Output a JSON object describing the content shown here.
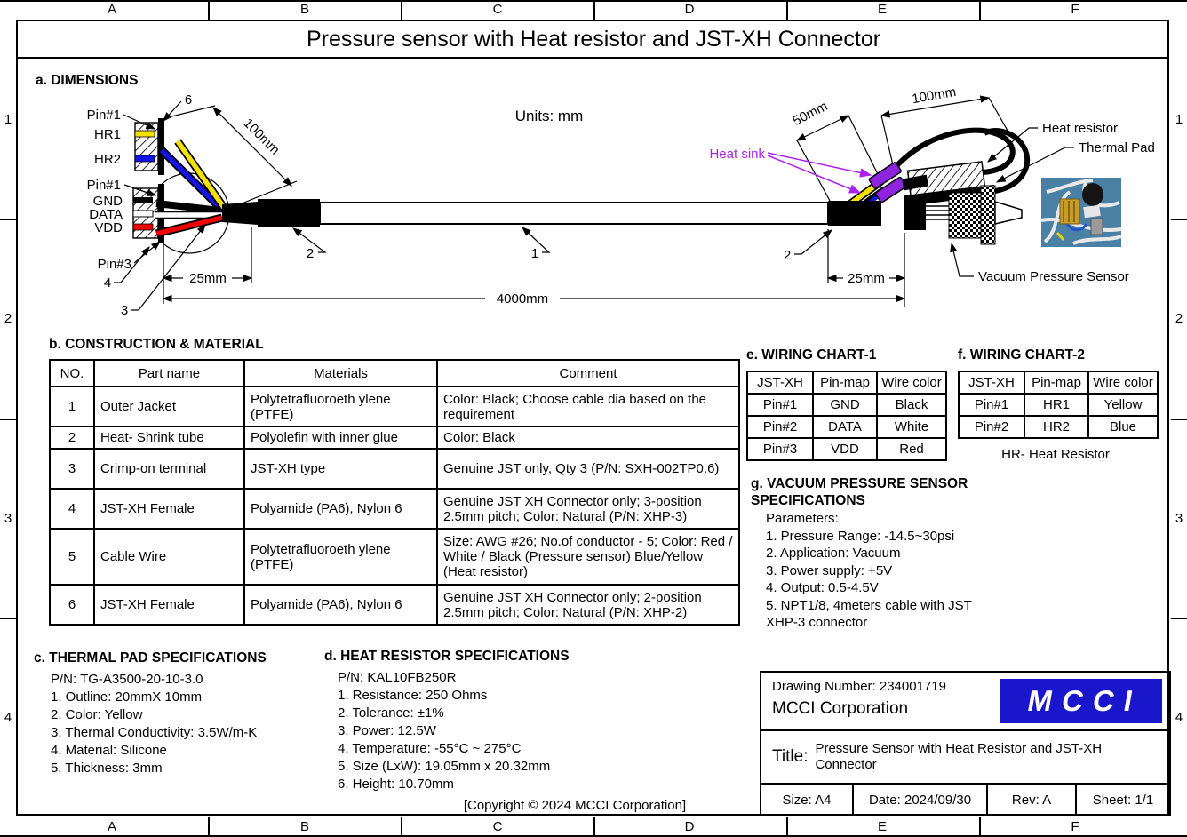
{
  "page": {
    "title": "Pressure sensor with Heat resistor and JST-XH Connector",
    "copyright": "[Copyright © 2024 MCCI Corporation]"
  },
  "border": {
    "columns": [
      "A",
      "B",
      "C",
      "D",
      "E",
      "F"
    ],
    "rows": [
      "1",
      "2",
      "3",
      "4"
    ]
  },
  "drawing": {
    "heading": "a. DIMENSIONS",
    "units": "Units: mm",
    "callouts": {
      "pin1_top": "Pin#1",
      "hr1": "HR1",
      "hr2": "HR2",
      "pin1_bottom": "Pin#1",
      "gnd": "GND",
      "data_pin": "DATA",
      "vdd": "VDD",
      "pin3": "Pin#3",
      "ref6": "6",
      "ref4": "4",
      "ref3": "3",
      "ref2": "2",
      "ref1": "1",
      "heat_sink": "Heat sink",
      "heat_resistor": "Heat resistor",
      "thermal_pad": "Thermal Pad",
      "vacuum_sensor": "Vacuum Pressure Sensor"
    },
    "dims": {
      "d100_left": "100mm",
      "d25_left": "25mm",
      "d4000": "4000mm",
      "d50": "50mm",
      "d100_right": "100mm",
      "d25_right": "25mm"
    }
  },
  "construction": {
    "heading": "b. CONSTRUCTION & MATERIAL",
    "headers": [
      "NO.",
      "Part name",
      "Materials",
      "Comment"
    ],
    "rows": [
      [
        "1",
        "Outer Jacket",
        "Polytetrafluoroeth ylene (PTFE)",
        "Color: Black; Choose cable dia based on the requirement"
      ],
      [
        "2",
        "Heat- Shrink tube",
        "Polyolefin with inner glue",
        "Color: Black"
      ],
      [
        "3",
        "Crimp-on terminal",
        "JST-XH type",
        "Genuine JST only, Qty 3 (P/N: SXH-002TP0.6)"
      ],
      [
        "4",
        "JST-XH Female",
        "Polyamide (PA6), Nylon 6",
        "Genuine JST XH Connector only; 3-position 2.5mm pitch; Color: Natural (P/N: XHP-3)"
      ],
      [
        "5",
        "Cable Wire",
        "Polytetrafluoroeth ylene (PTFE)",
        "Size: AWG #26; No.of conductor - 5; Color: Red / White / Black (Pressure sensor) Blue/Yellow (Heat resistor)"
      ],
      [
        "6",
        "JST-XH Female",
        "Polyamide (PA6), Nylon 6",
        "Genuine JST XH Connector only; 2-position 2.5mm pitch; Color: Natural (P/N: XHP-2)"
      ]
    ]
  },
  "thermal_pad": {
    "heading": "c. THERMAL PAD SPECIFICATIONS",
    "lines": [
      "P/N: TG-A3500-20-10-3.0",
      "1. Outline: 20mmX 10mm",
      "2. Color: Yellow",
      "3. Thermal Conductivity: 3.5W/m-K",
      "4. Material: Silicone",
      "5. Thickness: 3mm"
    ]
  },
  "heat_resistor": {
    "heading": "d. HEAT RESISTOR SPECIFICATIONS",
    "lines": [
      "P/N: KAL10FB250R",
      "1. Resistance: 250 Ohms",
      "2. Tolerance: ±1%",
      "3. Power: 12.5W",
      "4. Temperature: -55°C ~ 275°C",
      "5. Size (LxW): 19.05mm x 20.32mm",
      "6. Height: 10.70mm"
    ]
  },
  "wiring1": {
    "heading": "e. WIRING CHART-1",
    "headers": [
      "JST-XH",
      "Pin-map",
      "Wire color"
    ],
    "rows": [
      [
        "Pin#1",
        "GND",
        "Black"
      ],
      [
        "Pin#2",
        "DATA",
        "White"
      ],
      [
        "Pin#3",
        "VDD",
        "Red"
      ]
    ]
  },
  "wiring2": {
    "heading": "f. WIRING CHART-2",
    "headers": [
      "JST-XH",
      "Pin-map",
      "Wire color"
    ],
    "rows": [
      [
        "Pin#1",
        "HR1",
        "Yellow"
      ],
      [
        "Pin#2",
        "HR2",
        "Blue"
      ]
    ],
    "note": "HR- Heat Resistor"
  },
  "sensor_specs": {
    "heading": "g. VACUUM PRESSURE SENSOR SPECIFICATIONS",
    "lines": [
      "Parameters:",
      "1. Pressure Range: -14.5~30psi",
      "2. Application: Vacuum",
      "3. Power supply: +5V",
      "4. Output: 0.5-4.5V",
      "5. NPT1/8, 4meters cable with JST",
      "XHP-3 connector"
    ]
  },
  "title_block": {
    "drawing_number": "Drawing Number: 234001719",
    "company": "MCCI Corporation",
    "logo_text": "MCCI",
    "title_label": "Title:",
    "title_value": "Pressure Sensor with Heat Resistor and JST-XH Connector",
    "size": "Size: A4",
    "date": "Date: 2024/09/30",
    "rev": "Rev: A",
    "sheet": "Sheet: 1/1"
  },
  "colors": {
    "wire_yellow": "#f5e100",
    "wire_blue": "#1414e6",
    "wire_red": "#ee0000",
    "heat_sink_fill": "#8e24dd",
    "heat_sink_label": "#aa22ee",
    "logo_blue": "#1a16cc",
    "photo_blue": "#4a80a4"
  }
}
